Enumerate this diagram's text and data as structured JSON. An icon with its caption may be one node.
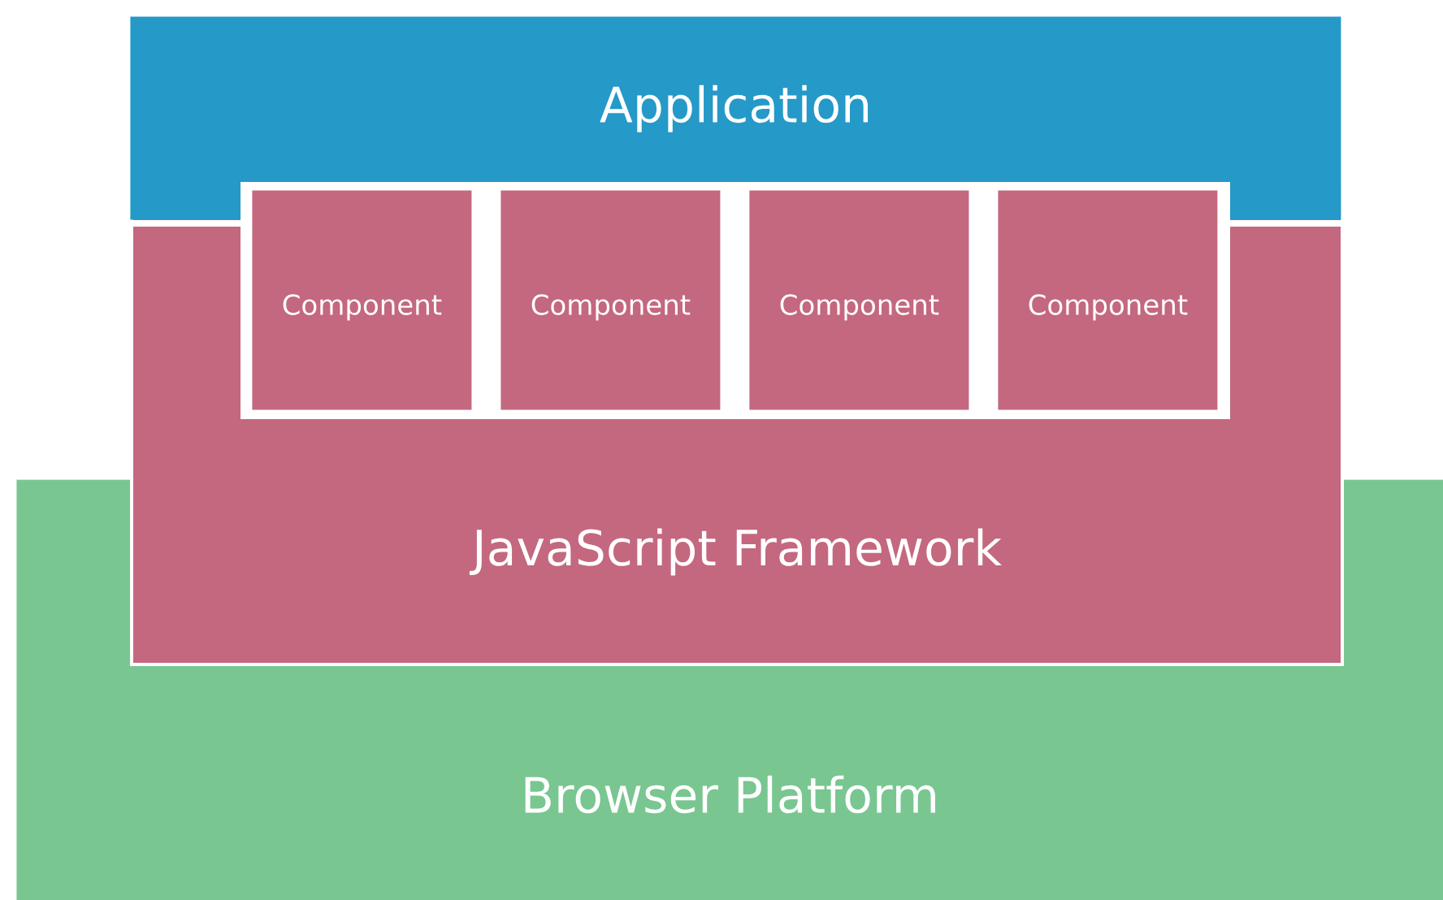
{
  "diagram": {
    "nodes": [
      {
        "text": [
          "Application"
        ]
      },
      {
        "text": [
          "JavaScript Framework"
        ]
      },
      {
        "text": [
          "Component"
        ],
        "in": 1
      },
      {
        "text": [
          "Component"
        ],
        "in": 1
      },
      {
        "text": [
          "Component"
        ],
        "in": 1
      },
      {
        "text": [
          "Component"
        ],
        "in": 1
      },
      {
        "text": [
          "Browser Platform"
        ]
      }
    ]
  }
}
